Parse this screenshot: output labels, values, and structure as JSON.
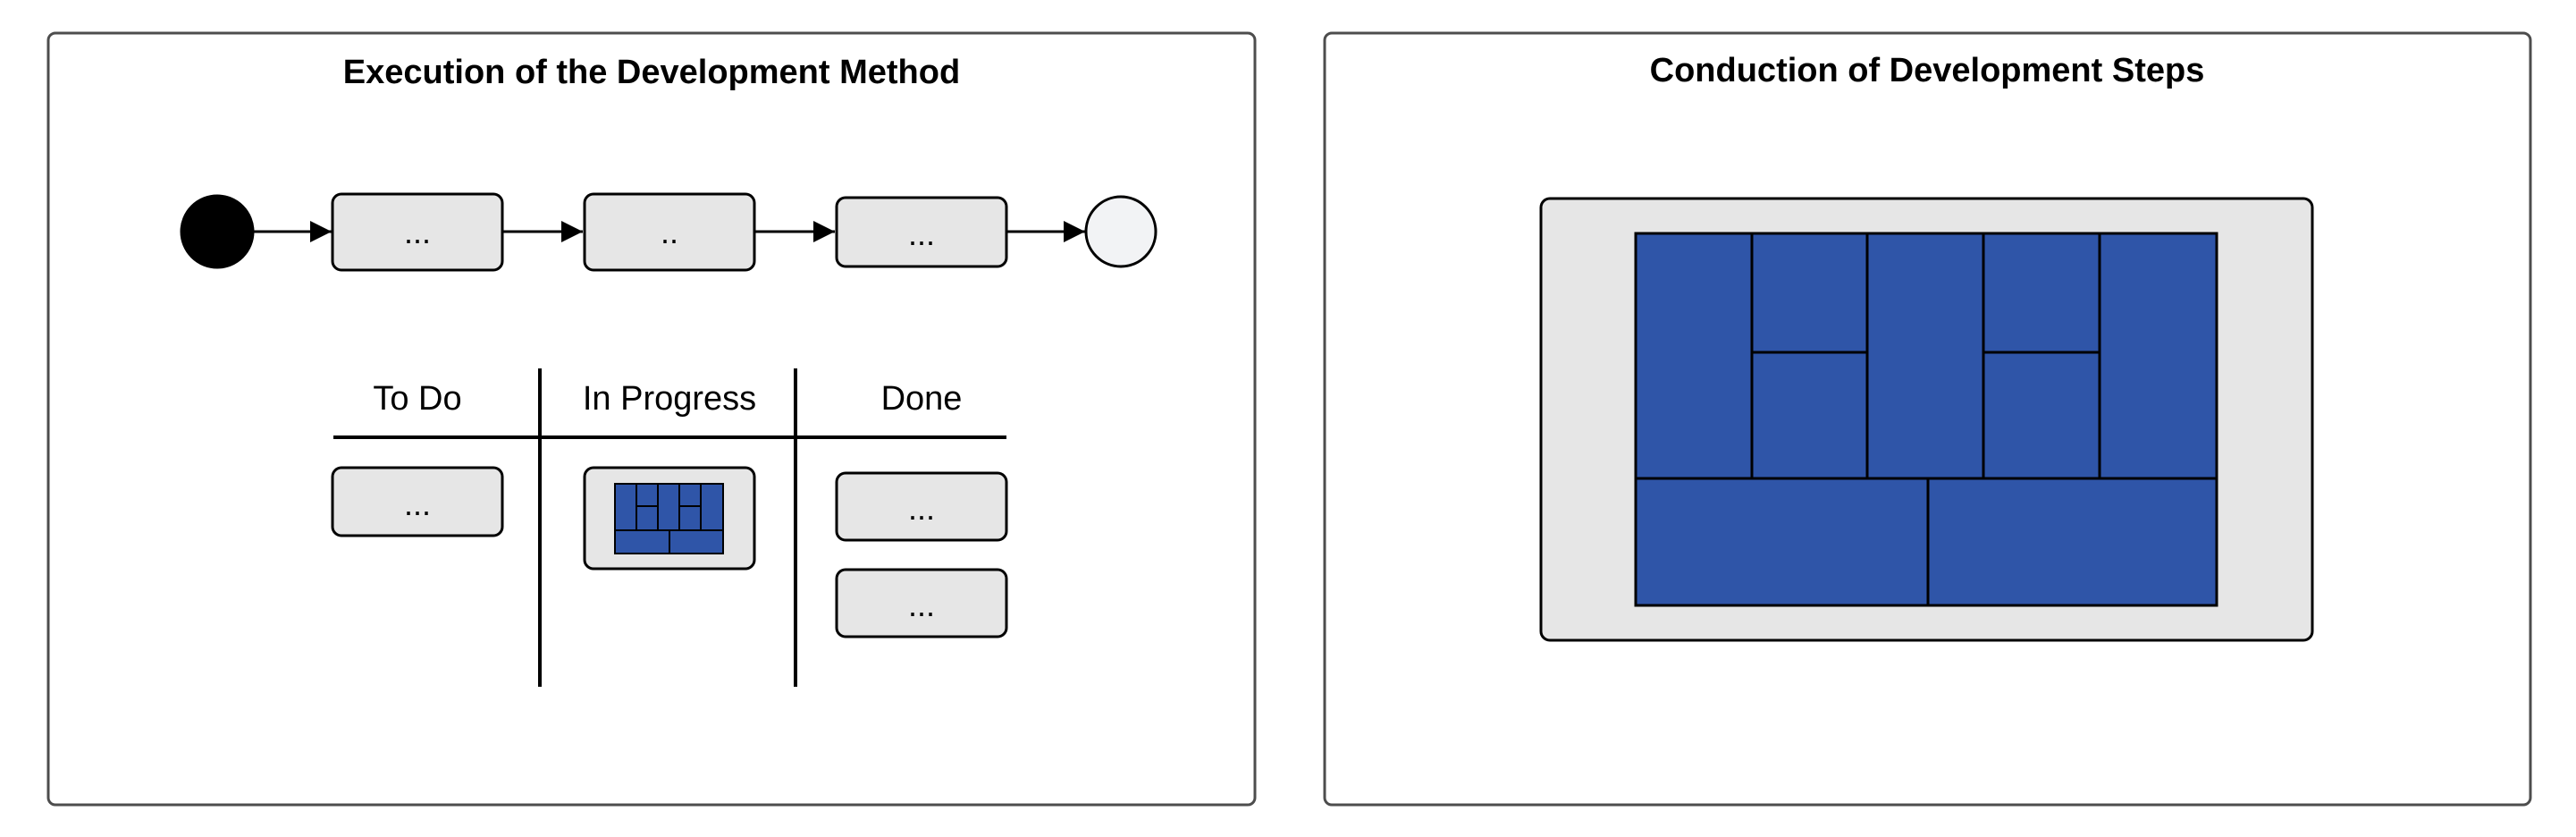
{
  "colors": {
    "panel_border": "#4d4d4d",
    "box_fill": "#e6e6e6",
    "box_border": "#000000",
    "block_fill": "#2f55a8",
    "start_node": "#000000",
    "end_node": "#f2f3f5"
  },
  "left_panel": {
    "title": "Execution of the Development Method",
    "flow": {
      "start_node": "start-node",
      "steps": [
        {
          "label": "..."
        },
        {
          "label": ".."
        },
        {
          "label": "..."
        }
      ],
      "end_node": "end-node"
    },
    "board": {
      "columns": [
        {
          "header": "To Do",
          "cards": [
            {
              "label": "..."
            }
          ]
        },
        {
          "header": "In Progress",
          "cards": [
            {
              "label": "",
              "icon": "block-grid-icon"
            }
          ]
        },
        {
          "header": "Done",
          "cards": [
            {
              "label": "..."
            },
            {
              "label": "..."
            }
          ]
        }
      ]
    }
  },
  "right_panel": {
    "title": "Conduction of Development Steps",
    "icon": "block-grid-icon"
  }
}
